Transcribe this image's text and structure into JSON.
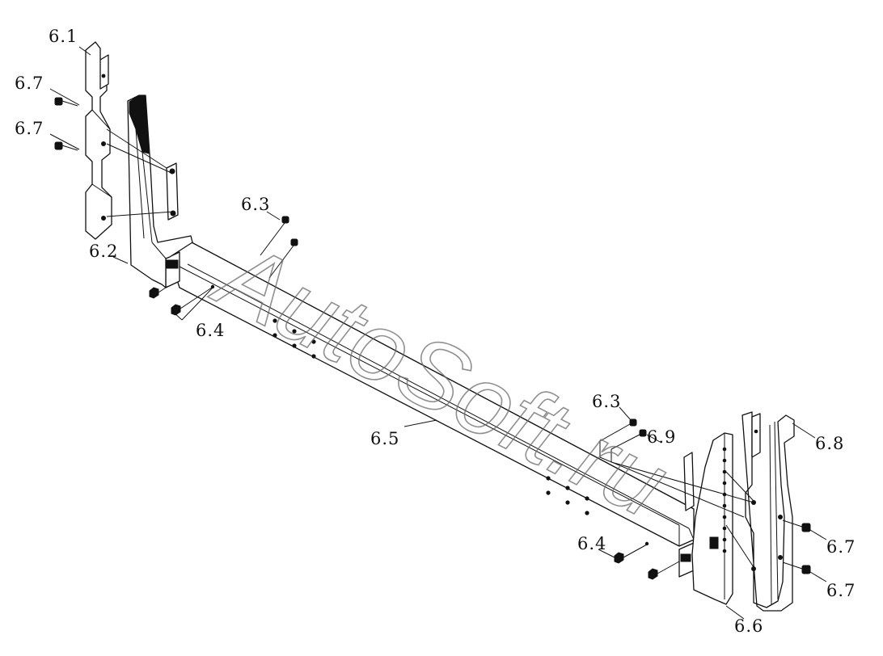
{
  "watermark": {
    "text": "AutoSoft.ru"
  },
  "labels": {
    "l61": "6.1",
    "l67a": "6.7",
    "l67b": "6.7",
    "l62": "6.2",
    "l63a": "6.3",
    "l64a": "6.4",
    "l65": "6.5",
    "l63b": "6.3",
    "l69": "6.9",
    "l68": "6.8",
    "l67c": "6.7",
    "l67d": "6.7",
    "l64b": "6.4",
    "l66": "6.6"
  }
}
